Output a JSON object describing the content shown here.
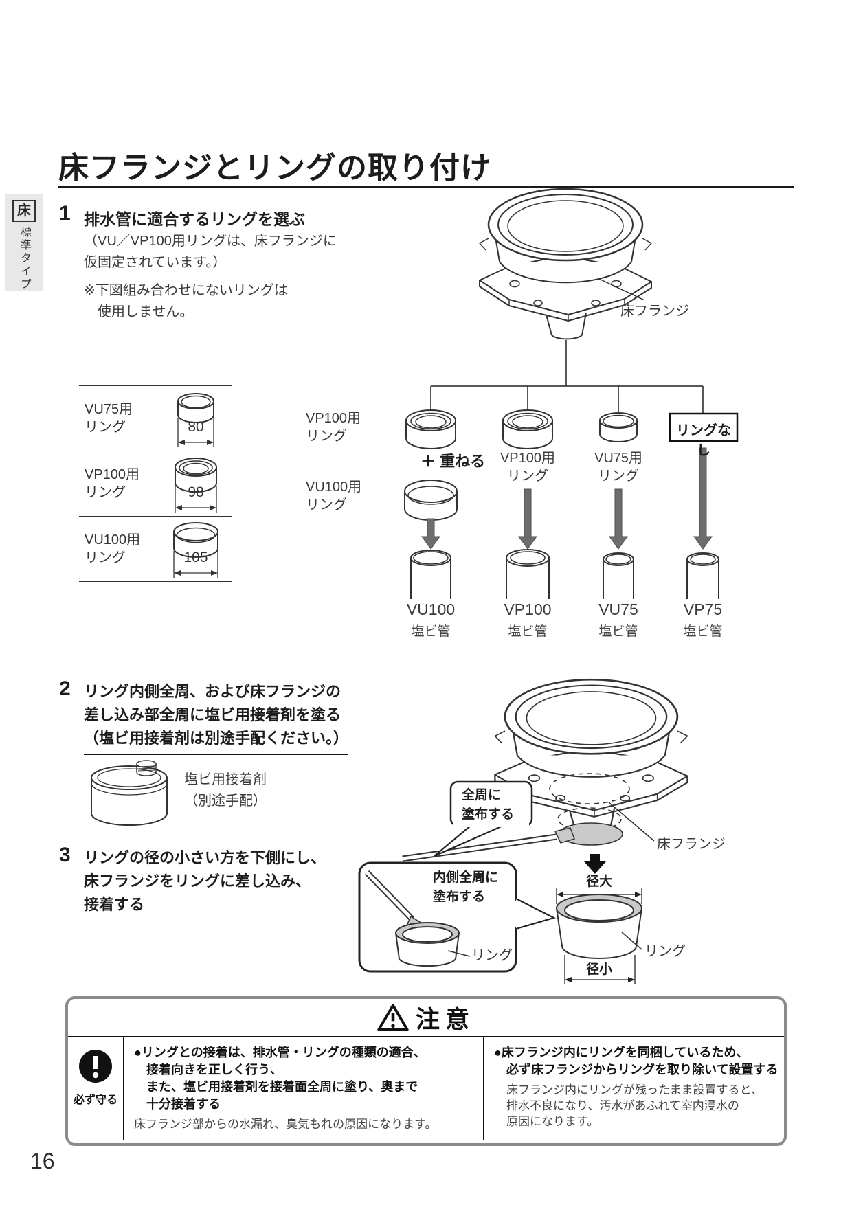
{
  "page": {
    "number": "16"
  },
  "sidebar_tab": {
    "floor": "床",
    "type": "標準タイプ"
  },
  "title": "床フランジとリングの取り付け",
  "step1": {
    "number": "1",
    "heading": "排水管に適合するリングを選ぶ",
    "note_paren": "（VU／VP100用リングは、床フランジに\n仮固定されています。）",
    "note_remark": "※下図組み合わせにないリングは\n　使用しません。"
  },
  "ring_table": {
    "rows": [
      {
        "label": "VU75用\nリング",
        "size": "80"
      },
      {
        "label": "VP100用\nリング",
        "size": "98"
      },
      {
        "label": "VU100用\nリング",
        "size": "105"
      }
    ]
  },
  "diagram1": {
    "flange_label": "床フランジ",
    "col1_top_label": "VP100用\nリング",
    "stack_note": "＋ 重ねる",
    "col1_bottom_label": "VU100用\nリング",
    "col2_label": "VP100用\nリング",
    "col3_label": "VU75用\nリング",
    "no_ring_label": "リングなし",
    "pipes": [
      {
        "name": "VU100",
        "sub": "塩ビ管"
      },
      {
        "name": "VP100",
        "sub": "塩ビ管"
      },
      {
        "name": "VU75",
        "sub": "塩ビ管"
      },
      {
        "name": "VP75",
        "sub": "塩ビ管"
      }
    ]
  },
  "step2": {
    "number": "2",
    "text_lines12": "リング内側全周、および床フランジの\n差し込み部全周に塩ビ用接着剤を塗る",
    "text_line3": "（塩ビ用接着剤は別途手配ください。）"
  },
  "adhesive": {
    "label": "塩ビ用接着剤\n（別途手配）"
  },
  "step3": {
    "number": "3",
    "text": "リングの径の小さい方を下側にし、\n床フランジをリングに差し込み、\n接着する"
  },
  "diagram2": {
    "apply_all_around": "全周に\n塗布する",
    "flange_label": "床フランジ",
    "dia_large": "径大",
    "dia_small": "径小",
    "ring_label_right": "リング",
    "apply_inside": "内側全周に\n塗布する",
    "ring_label_inset": "リング"
  },
  "caution": {
    "title": "注意",
    "mandatory_label": "必ず守る",
    "left_bold": "●リングとの接着は、排水管・リングの種類の適合、\n接着向きを正しく行う、\nまた、塩ビ用接着剤を接着面全周に塗り、奥まで\n十分接着する",
    "left_note": "床フランジ部からの水漏れ、臭気もれの原因になります。",
    "right_bold": "●床フランジ内にリングを同梱しているため、\n必ず床フランジからリングを取り除いて設置する",
    "right_note": "床フランジ内にリングが残ったまま設置すると、\n排水不良になり、汚水があふれて室内浸水の\n原因になります。"
  },
  "icons": {
    "caution_header": "warning-triangle-icon",
    "mandatory": "exclamation-circle-icon"
  },
  "colors": {
    "arrow_gray": "#6d6d6d",
    "adhesive_gray": "#c9c9c9",
    "caution_border": "#8a8a8a",
    "tab_background": "#e8e8e8"
  }
}
